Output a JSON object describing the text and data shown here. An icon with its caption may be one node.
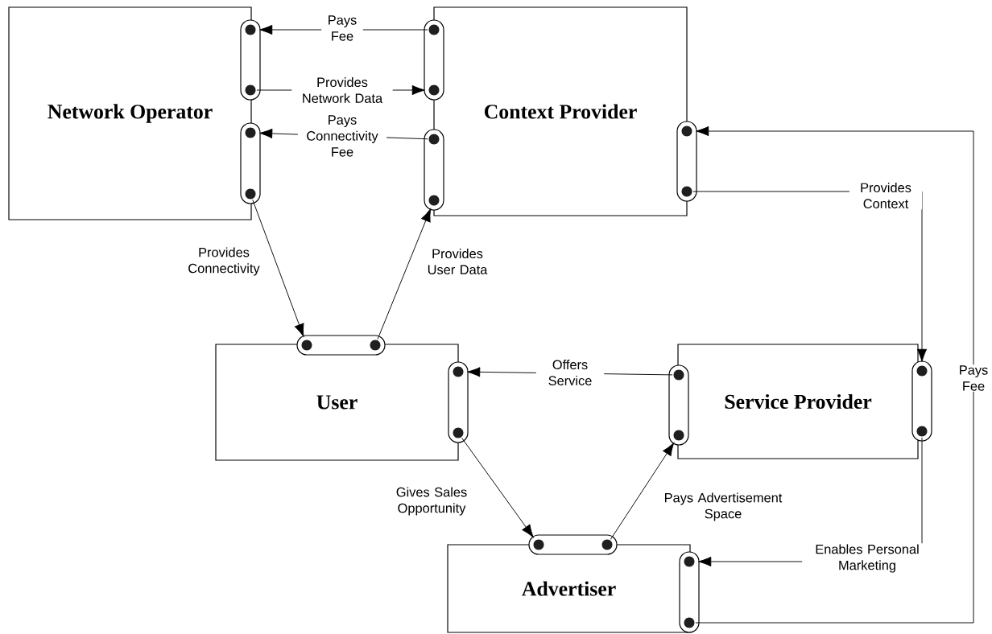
{
  "diagram": {
    "nodes": [
      {
        "text": [
          "Network Operator"
        ]
      },
      {
        "text": [
          "Context Provider"
        ]
      },
      {
        "text": [
          "User"
        ]
      },
      {
        "text": [
          "Service Provider"
        ]
      },
      {
        "text": [
          "Advertiser"
        ]
      },
      {
        "text": [],
        "shape": "circle"
      },
      {
        "text": [],
        "shape": "circle"
      },
      {
        "text": [],
        "shape": "circle"
      },
      {
        "text": [],
        "shape": "circle"
      },
      {
        "text": [],
        "shape": "circle"
      },
      {
        "text": [],
        "shape": "circle"
      },
      {
        "text": [],
        "shape": "circle"
      },
      {
        "text": [],
        "shape": "circle"
      },
      {
        "text": [],
        "shape": "circle"
      },
      {
        "text": [],
        "shape": "circle"
      },
      {
        "text": [],
        "shape": "circle"
      },
      {
        "text": [],
        "shape": "circle"
      },
      {
        "text": [],
        "shape": "circle"
      },
      {
        "text": [],
        "shape": "circle"
      },
      {
        "text": [],
        "shape": "circle"
      },
      {
        "text": [],
        "shape": "circle"
      },
      {
        "text": [],
        "shape": "circle"
      },
      {
        "text": [],
        "shape": "circle"
      },
      {
        "text": [],
        "shape": "circle"
      },
      {
        "text": [],
        "shape": "circle"
      },
      {
        "text": [],
        "shape": "circle"
      },
      {
        "text": [],
        "shape": "circle"
      }
    ],
    "edges": [
      {
        "from": 6,
        "to": 5,
        "arrow": "to",
        "label": "Pays Fee"
      },
      {
        "from": 7,
        "to": 8,
        "arrow": "to",
        "label": "Provides Network Data"
      },
      {
        "from": 11,
        "to": 10,
        "arrow": "to",
        "label": "Pays Connectivity Fee"
      },
      {
        "from": 13,
        "to": 15,
        "arrow": "to",
        "label": "Provides Connectivity"
      },
      {
        "from": 16,
        "to": 14,
        "arrow": "to",
        "label": "Provides User Data"
      },
      {
        "from": 12,
        "to": 19,
        "arrow": "to",
        "label": "Provides Context"
      },
      {
        "from": 18,
        "to": 17,
        "arrow": "to",
        "label": "Offers Service"
      },
      {
        "from": 20,
        "to": 23,
        "arrow": "to",
        "label": "Gives Sales Opportunity"
      },
      {
        "from": 24,
        "to": 21,
        "arrow": "to",
        "label": "Pays Advertisement Space"
      },
      {
        "from": 22,
        "to": 25,
        "arrow": "to",
        "label": "Enables Personal Marketing"
      },
      {
        "from": 26,
        "to": 9,
        "arrow": "to",
        "label": "Pays Fee"
      }
    ]
  }
}
